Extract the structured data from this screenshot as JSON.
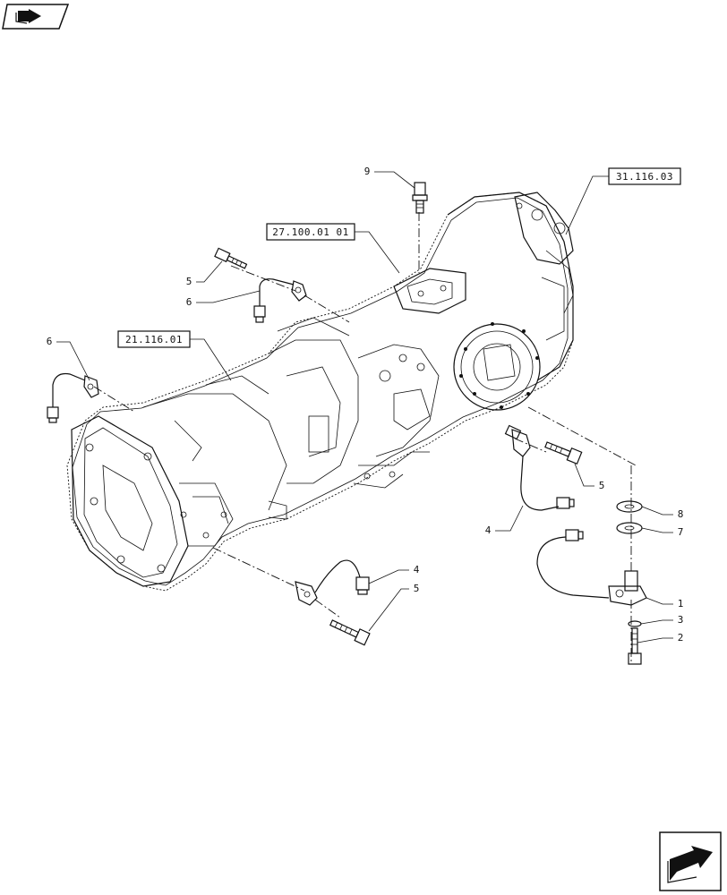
{
  "references": [
    {
      "id": "ref-31-116-03",
      "text": "31.116.03"
    },
    {
      "id": "ref-27-100-01-01",
      "text": "27.100.01 01"
    },
    {
      "id": "ref-21-116-01",
      "text": "21.116.01"
    }
  ],
  "callouts": {
    "c9": "9",
    "c5a": "5",
    "c6a": "6",
    "c6b": "6",
    "c5b": "5",
    "c4a": "4",
    "c8": "8",
    "c7": "7",
    "c4b": "4",
    "c5c": "5",
    "c1": "1",
    "c3": "3",
    "c2": "2"
  },
  "icons": {
    "top_left": "book-arrow-icon",
    "bottom_right": "next-page-arrow-icon"
  }
}
